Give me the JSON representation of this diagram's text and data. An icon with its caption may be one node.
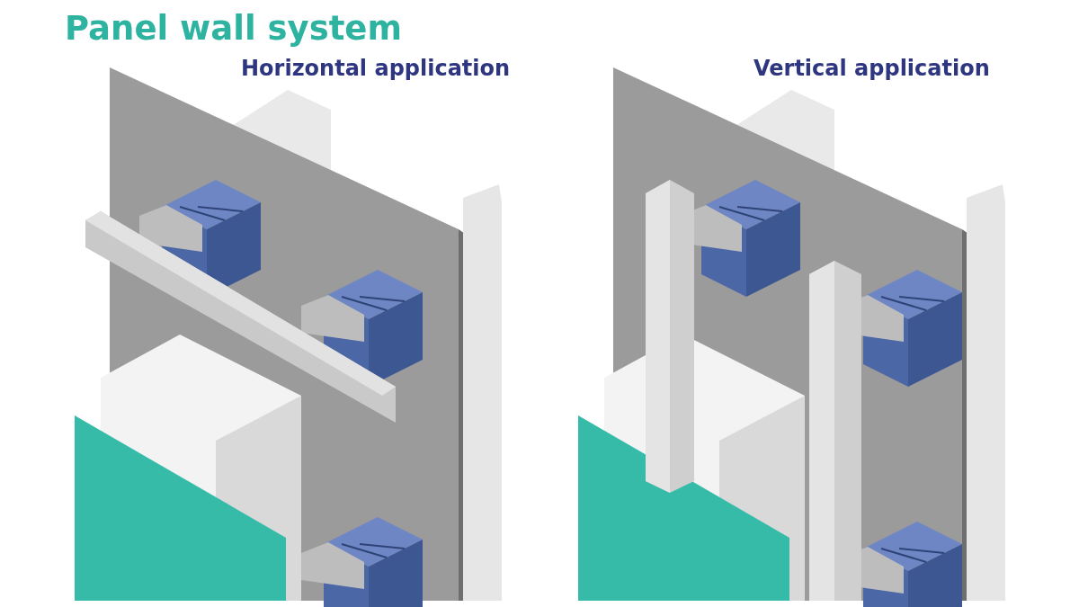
{
  "diagram": {
    "title": "Panel wall system",
    "labels": [
      "Horizontal application",
      "Vertical application"
    ]
  }
}
